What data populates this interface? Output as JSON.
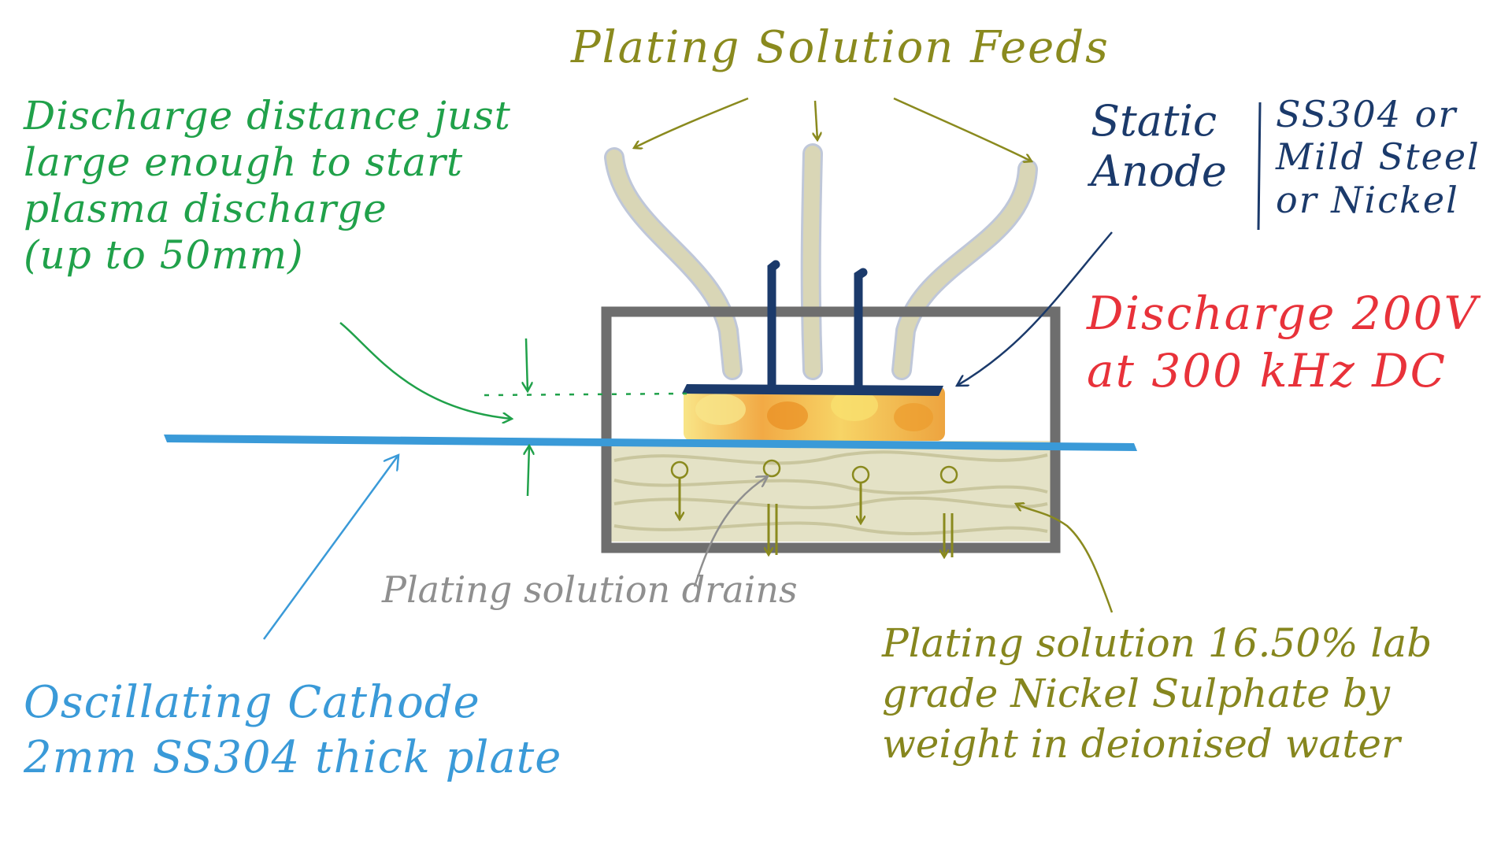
{
  "labels": {
    "feeds": "Plating Solution Feeds",
    "discharge_gap": [
      "Discharge distance just",
      "large enough to start",
      "plasma discharge",
      "(up to 50mm)"
    ],
    "anode": [
      "Static",
      "Anode"
    ],
    "anode_material": [
      "SS304 or",
      "Mild Steel",
      "or Nickel"
    ],
    "discharge_params": [
      "Discharge 200V",
      "at 300 kHz DC"
    ],
    "drains": "Plating solution drains",
    "solution": [
      "Plating solution 16.50% lab",
      "grade Nickel Sulphate by",
      "weight in deionised water"
    ],
    "cathode": [
      "Oscillating Cathode",
      "2mm SS304 thick plate"
    ]
  },
  "colors": {
    "feeds": "#8a8a1e",
    "gap": "#20a14a",
    "anode": "#1b3a6b",
    "discharge": "#e8323a",
    "drains": "#8f8f8f",
    "solution": "#86861e",
    "cathode": "#3a9ad8",
    "tank": "#6e6e6e",
    "liquid": "#d8d6b4",
    "plasma": "#f0a030"
  }
}
